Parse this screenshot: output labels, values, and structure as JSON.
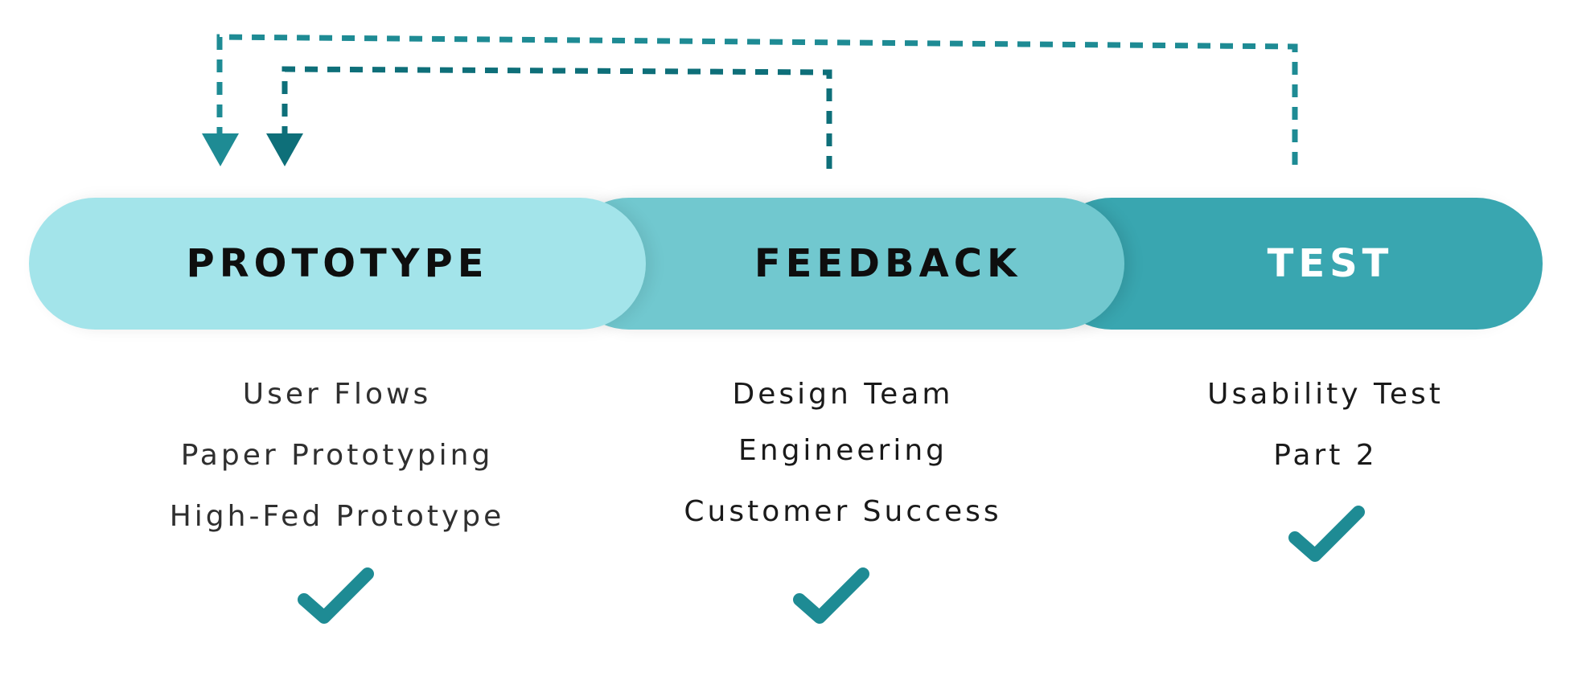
{
  "colors": {
    "prototype": "#a3e4ea",
    "feedback": "#71c8cf",
    "test": "#39a6b0",
    "accent": "#1e8b94",
    "accent_dark": "#0e6f79"
  },
  "phases": [
    {
      "key": "prototype",
      "label": "PROTOTYPE"
    },
    {
      "key": "feedback",
      "label": "FEEDBACK"
    },
    {
      "key": "test",
      "label": "TEST"
    }
  ],
  "columns": {
    "prototype": {
      "items": [
        "User Flows",
        "Paper Prototyping",
        "High-Fed Prototype"
      ],
      "icon": "check-icon"
    },
    "feedback": {
      "items": [
        "Design Team",
        "Engineering",
        "Customer Success"
      ],
      "icon": "check-icon"
    },
    "test": {
      "items": [
        "Usability Test",
        "Part 2"
      ],
      "icon": "check-icon"
    }
  },
  "connectors": [
    {
      "from": "test",
      "to": "prototype",
      "style": "dashed",
      "arrow": "arrow-down-icon"
    },
    {
      "from": "feedback",
      "to": "prototype",
      "style": "dashed",
      "arrow": "arrow-down-icon"
    }
  ]
}
